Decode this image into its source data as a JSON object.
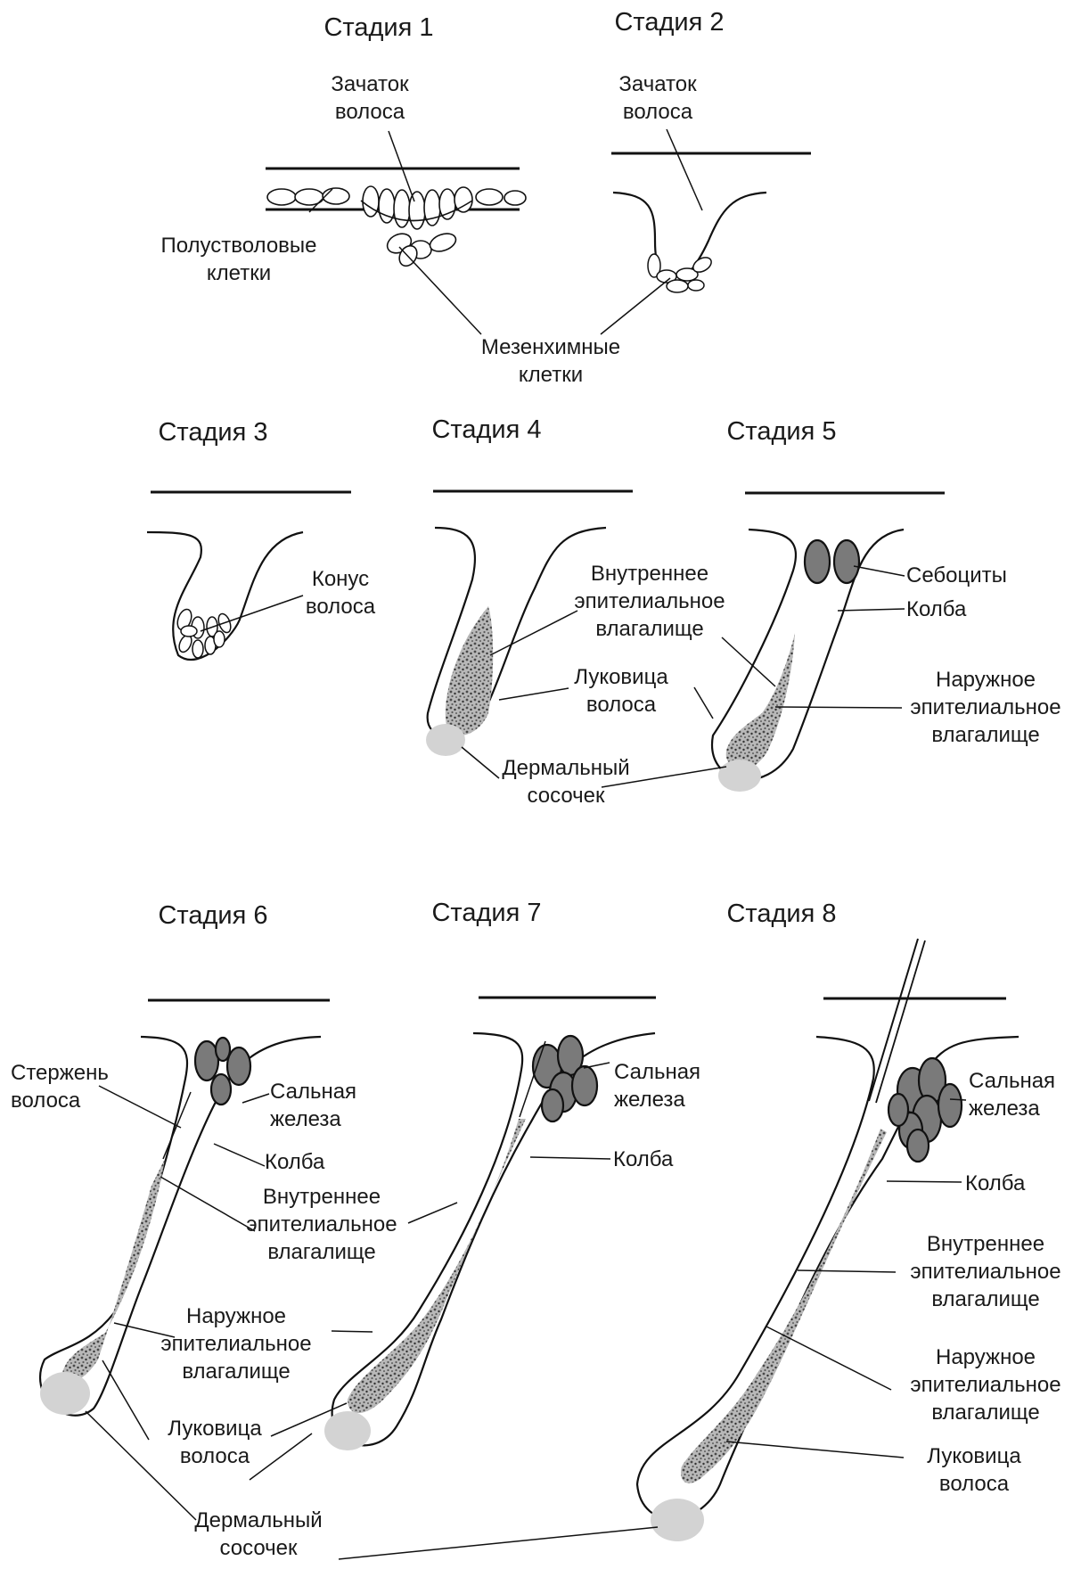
{
  "stages": {
    "s1": {
      "title": "Стадия 1"
    },
    "s2": {
      "title": "Стадия 2"
    },
    "s3": {
      "title": "Стадия 3"
    },
    "s4": {
      "title": "Стадия 4"
    },
    "s5": {
      "title": "Стадия 5"
    },
    "s6": {
      "title": "Стадия 6"
    },
    "s7": {
      "title": "Стадия 7"
    },
    "s8": {
      "title": "Стадия 8"
    }
  },
  "labels": {
    "hair_germ": "Зачаток\nволоса",
    "semi_stem_cells": "Полустволовые\nклетки",
    "mesenchymal_cells": "Мезенхимные\nклетки",
    "hair_cone": "Конус\nволоса",
    "inner_sheath": "Внутреннее\nэпителиальное\nвлагалище",
    "hair_bulb": "Луковица\nволоса",
    "dermal_papilla": "Дермальный\nсосочек",
    "sebocytes": "Себоциты",
    "bulge": "Колба",
    "outer_sheath": "Наружное\nэпителиальное\nвлагалище",
    "hair_shaft": "Стержень\nволоса",
    "sebaceous_gland": "Сальная\nжелеза"
  }
}
